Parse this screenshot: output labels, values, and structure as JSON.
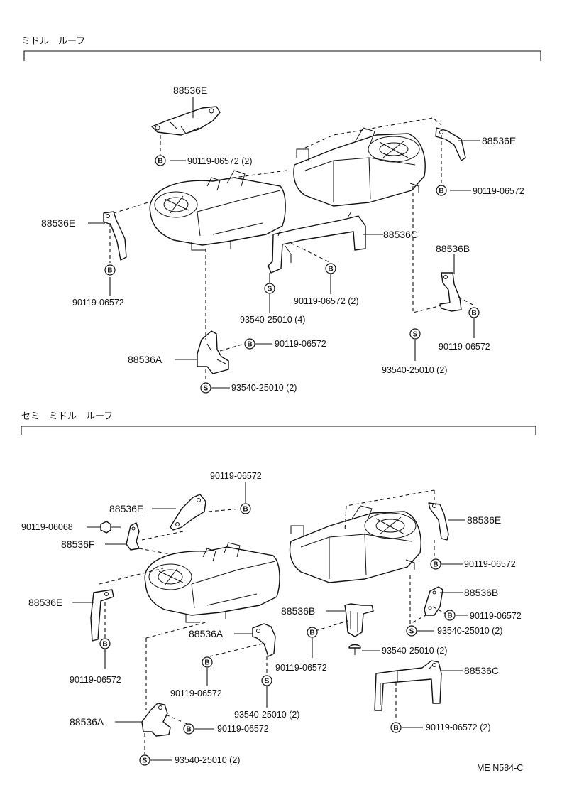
{
  "sections": [
    {
      "title": "ミドル　ルーフ"
    },
    {
      "title": "セミ　ミドル　ルーフ"
    }
  ],
  "markers": {
    "bolt": "B",
    "screw": "S"
  },
  "labels": {
    "s1_e_top": "88536E",
    "s1_bolt_top": "90119-06572 (2)",
    "s1_e_right": "88536E",
    "s1_bolt_right": "90119-06572",
    "s1_e_left": "88536E",
    "s1_bolt_left": "90119-06572",
    "s1_c": "88536C",
    "s1_bolt_c": "90119-06572 (2)",
    "s1_screw_c": "93540-25010 (4)",
    "s1_b": "88536B",
    "s1_bolt_b": "90119-06572",
    "s1_screw_b": "93540-25010 (2)",
    "s1_a": "88536A",
    "s1_bolt_a": "90119-06572",
    "s1_screw_a": "93540-25010 (2)",
    "s2_bolt_top": "90119-06572",
    "s2_e_top": "88536E",
    "s2_bolt_f": "90119-06068",
    "s2_f": "88536F",
    "s2_e_right": "88536E",
    "s2_bolt_right": "90119-06572",
    "s2_e_left": "88536E",
    "s2_bolt_left": "90119-06572",
    "s2_b_right": "88536B",
    "s2_bolt_b_right": "90119-06572",
    "s2_screw_b_right": "93540-25010 (2)",
    "s2_b_mid": "88536B",
    "s2_screw_b_mid": "93540-25010 (2)",
    "s2_bolt_b_mid": "90119-06572",
    "s2_a_mid": "88536A",
    "s2_bolt_a_mid": "90119-06572",
    "s2_screw_a_mid": "93540-25010 (2)",
    "s2_c": "88536C",
    "s2_bolt_c": "90119-06572 (2)",
    "s2_a_bottom": "88536A",
    "s2_bolt_a_bottom": "90119-06572",
    "s2_screw_a_bottom": "93540-25010 (2)"
  },
  "footer": {
    "code": "ME N584-C"
  }
}
